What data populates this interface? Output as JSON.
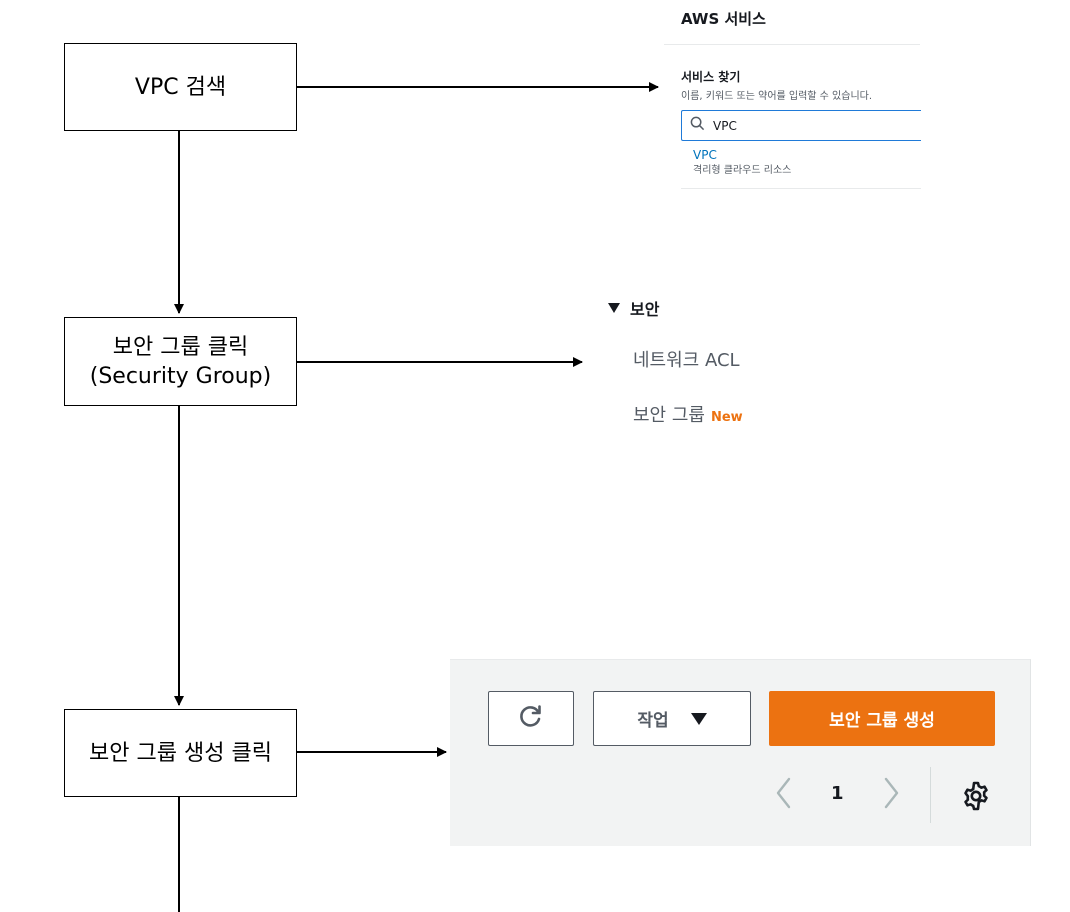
{
  "flow": {
    "step1": "VPC 검색",
    "step2_line1": "보안 그룹 클릭",
    "step2_line2": "(Security Group)",
    "step3": "보안 그룹 생성 클릭"
  },
  "search_panel": {
    "header": "AWS 서비스",
    "section_title": "서비스 찾기",
    "section_desc": "이름, 키워드 또는 약어를 입력할 수 있습니다.",
    "search_value": "VPC",
    "result_title": "VPC",
    "result_desc": "격리형 클라우드 리소스"
  },
  "nav_panel": {
    "section": "보안",
    "items": [
      {
        "label": "네트워크 ACL"
      },
      {
        "label": "보안 그룹",
        "badge": "New"
      }
    ]
  },
  "toolbar_panel": {
    "actions_label": "작업",
    "create_label": "보안 그룹 생성",
    "page_number": "1",
    "icons": [
      "refresh-icon",
      "caret-down-icon",
      "chevron-left-icon",
      "chevron-right-icon",
      "settings-icon"
    ]
  },
  "colors": {
    "accent_orange": "#ec7211",
    "link_blue": "#0073bb",
    "focus_blue": "#1f7ad8",
    "text_dark": "#16191f",
    "text_gray": "#545b64"
  }
}
